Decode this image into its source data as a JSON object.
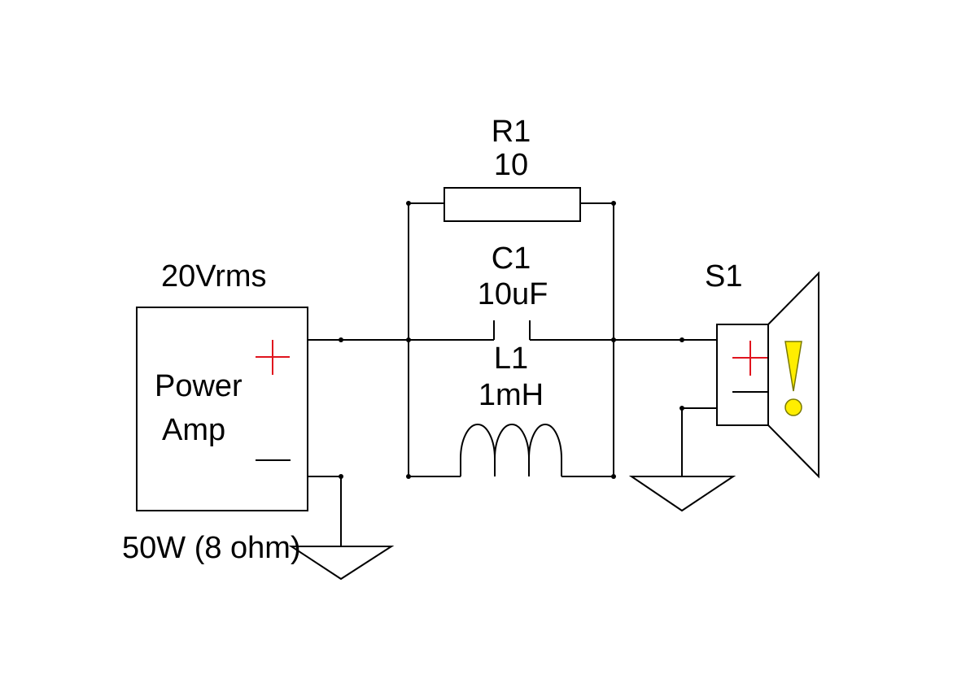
{
  "amp": {
    "voltage_label": "20Vrms",
    "name_line1": "Power",
    "name_line2": "Amp",
    "power_label": "50W (8 ohm)"
  },
  "resistor": {
    "ref": "R1",
    "value": "10"
  },
  "capacitor": {
    "ref": "C1",
    "value": "10uF"
  },
  "inductor": {
    "ref": "L1",
    "value": "1mH"
  },
  "speaker": {
    "ref": "S1"
  },
  "colors": {
    "plus_sign": "#e0141e",
    "warning_fill": "#ffee00",
    "warning_stroke": "#7a7a00",
    "wire": "#000000"
  },
  "icons": {
    "plus": "plus-icon",
    "minus": "minus-icon",
    "warning": "exclamation-warning-icon",
    "ground": "ground-icon"
  }
}
